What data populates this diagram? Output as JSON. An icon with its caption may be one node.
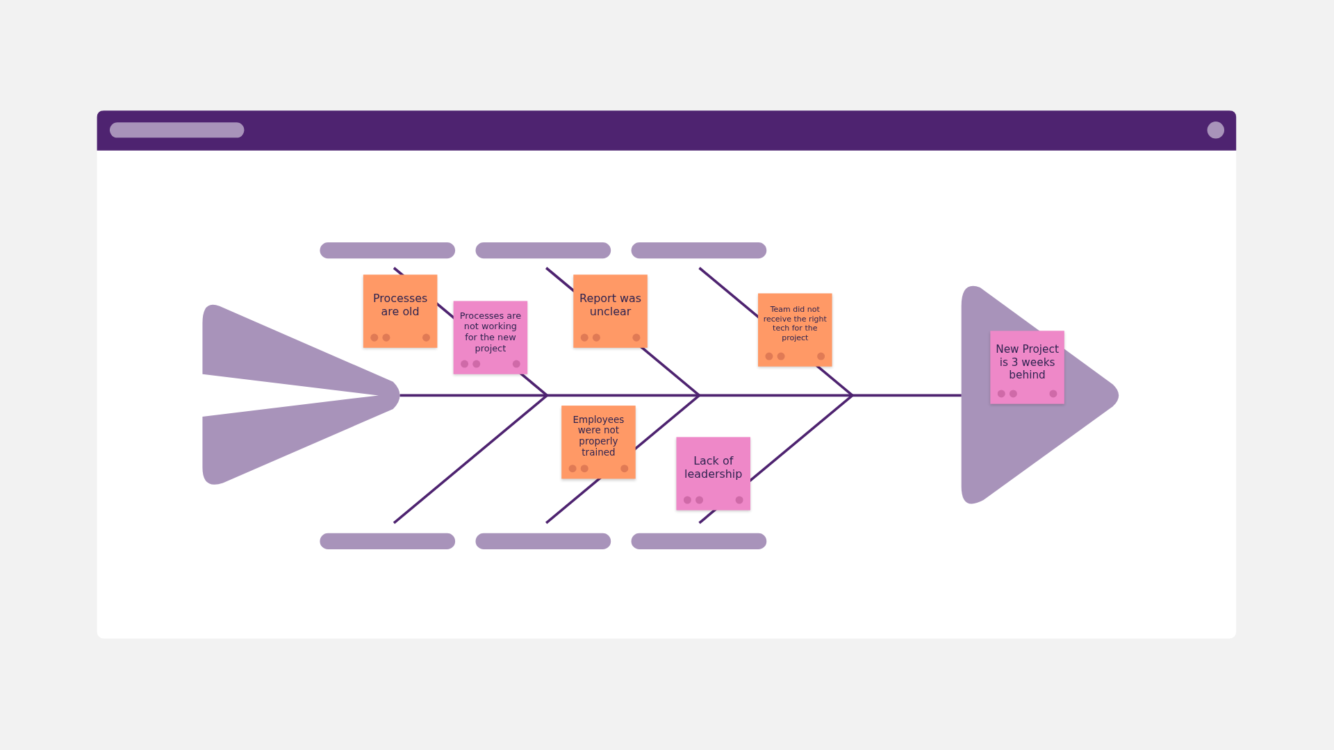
{
  "diagram": {
    "nodes": [
      {
        "text": [],
        "shape": "bar"
      },
      {
        "text": [],
        "shape": "bar"
      },
      {
        "text": [],
        "shape": "bar"
      },
      {
        "text": [
          "Processes are old"
        ]
      },
      {
        "text": [
          "Processes are not working for the new project"
        ]
      },
      {
        "text": [
          "Report was unclear"
        ]
      },
      {
        "text": [
          "Team did not receive the right tech for the project"
        ]
      },
      {
        "text": [
          "New Project is 3 weeks behind"
        ]
      },
      {
        "text": [
          "Employees were not properly trained"
        ]
      },
      {
        "text": [
          "Lack of leadership"
        ]
      },
      {
        "text": [],
        "shape": "bar"
      },
      {
        "text": [],
        "shape": "bar"
      },
      {
        "text": [],
        "shape": "bar"
      }
    ]
  }
}
